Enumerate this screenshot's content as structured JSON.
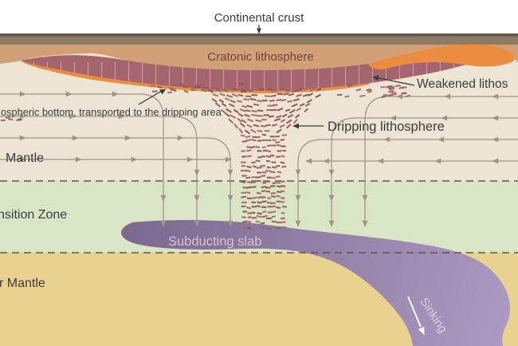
{
  "diagram": {
    "labels": {
      "continental_crust": "Continental crust",
      "cratonic_lithosphere": "Cratonic lithosphere",
      "weakened_lithosphere": "Weakened lithos",
      "lithospheric_bottom": "ospheric bottom, transported to the dripping area",
      "upper_mantle": "Mantle",
      "dripping_lithosphere": "Dripping lithosphere",
      "transition_zone": "nsition Zone",
      "subducting_slab": "Subducting slab",
      "lower_mantle": "r Mantle",
      "sinking": "Sinking"
    },
    "colors": {
      "background": "#ffffff",
      "crust_dark": "#63564a",
      "crust": "#8d7b65",
      "lithosphere_tan": "#d2a077",
      "upper_mantle_beige": "#ece5d3",
      "transition_zone_green": "#d9e5c5",
      "lower_mantle_yellow": "#e9d190",
      "craton_maroon": "#a4656f",
      "weakened_orange": "#ec8c3e",
      "hatch_line": "#c79ba3",
      "drip_dash": "#9a5d61",
      "flow_line": "#9c9484",
      "boundary_dash": "#5d564a",
      "slab_purple_dark": "#7d6a90",
      "slab_purple_light": "#ac9ac2",
      "slab_label_text": "#d8bfd3",
      "label_text": "#3c3c3c",
      "craton_label_text": "#6e463e",
      "sinking_text": "#dccfe2",
      "sinking_arrow": "#ffffff"
    }
  }
}
